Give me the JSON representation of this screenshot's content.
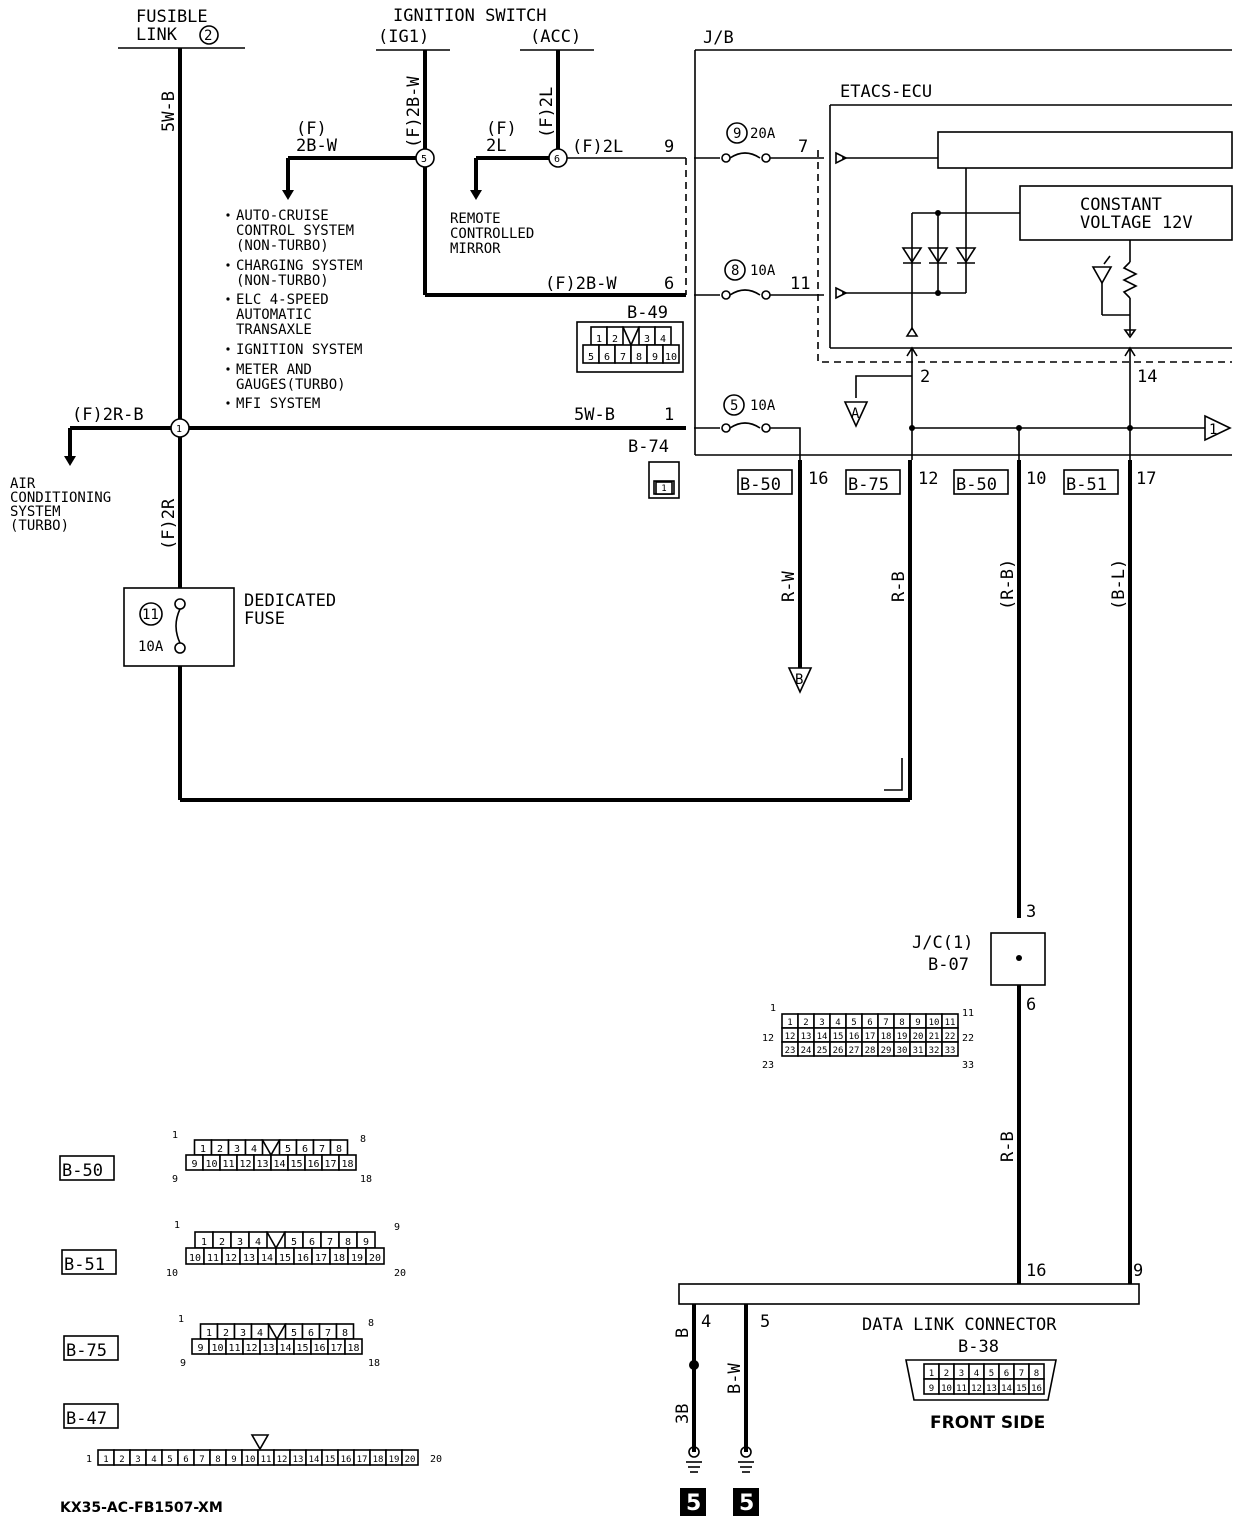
{
  "labels": {
    "fusible_link": [
      "FUSIBLE",
      "LINK"
    ],
    "fusible_link_num": "2",
    "ignition_switch": "IGNITION SWITCH",
    "ig1": "(IG1)",
    "acc": "(ACC)",
    "jb": "J/B",
    "etacs": "ETACS-ECU",
    "constant_voltage": [
      "CONSTANT",
      "VOLTAGE 12V"
    ],
    "fuse9": "20A",
    "fuse8": "10A",
    "fuse5": "10A",
    "fuse11": "10A",
    "dedicated_fuse": [
      "DEDICATED",
      "FUSE"
    ],
    "remote_mirror": [
      "REMOTE",
      "CONTROLLED",
      "MIRROR"
    ],
    "systems": [
      [
        "AUTO-CRUISE",
        "CONTROL SYSTEM",
        "(NON-TURBO)"
      ],
      [
        "CHARGING SYSTEM",
        "(NON-TURBO)"
      ],
      [
        "ELC 4-SPEED",
        "AUTOMATIC",
        "TRANSAXLE"
      ],
      [
        "IGNITION SYSTEM"
      ],
      [
        "METER AND",
        "GAUGES(TURBO)"
      ],
      [
        "MFI SYSTEM"
      ]
    ],
    "air_conditioning": [
      "AIR",
      "CONDITIONING",
      "SYSTEM",
      "(TURBO)"
    ],
    "jc": [
      "J/C(1)",
      "B-07"
    ],
    "data_link": "DATA LINK CONNECTOR",
    "b38": "B-38",
    "front_side": "FRONT SIDE",
    "footer": "KX35-AC-FB1507-XM",
    "ground": "5"
  },
  "wires": {
    "w_5wb_v": "5W-B",
    "w_f2bw_v": "(F)2B-W",
    "w_f2l_v": "(F)2L",
    "w_f_2bw": [
      "(F)",
      "2B-W"
    ],
    "w_f_2l": [
      "(F)",
      "2L"
    ],
    "w_f2l_h": "(F)2L",
    "w_f2bw_h": "(F)2B-W",
    "w_f2rb": "(F)2R-B",
    "w_5wb_h": "5W-B",
    "w_f2r": "(F)2R",
    "w_rw": "R-W",
    "w_rb": "R-B",
    "w_rb_p": "(R-B)",
    "w_bl_p": "(B-L)",
    "w_rb2": "R-B",
    "w_b": "B",
    "w_bw": "B-W",
    "w_3b": "3B"
  },
  "connectors": {
    "b49": "B-49",
    "b74": "B-74",
    "b50": "B-50",
    "b75": "B-75",
    "b51": "B-51",
    "b47": "B-47"
  },
  "pins": {
    "p9": "9",
    "p7": "7",
    "p6": "6",
    "p11": "11",
    "p1": "1",
    "p2": "2",
    "p14": "14",
    "p16": "16",
    "p12": "12",
    "p10": "10",
    "p17": "17",
    "p3": "3",
    "p6b": "6",
    "p16b": "16",
    "p9b": "9",
    "p4": "4",
    "p5": "5",
    "n1": "1",
    "n5": "5",
    "n6": "6",
    "n9": "9",
    "n8": "8",
    "n5b": "5",
    "n11": "11",
    "ref_a": "A",
    "ref_b": "B",
    "ref_1": "1"
  },
  "grids": {
    "b49": [
      [
        "1",
        "2",
        "",
        "3",
        "4"
      ],
      [
        "5",
        "6",
        "7",
        "8",
        "9",
        "10"
      ]
    ],
    "b74": [
      [
        "1"
      ]
    ],
    "b07": [
      [
        "1",
        "2",
        "3",
        "4",
        "5",
        "6",
        "7",
        "8",
        "9",
        "10",
        "11"
      ],
      [
        "12",
        "13",
        "14",
        "15",
        "16",
        "17",
        "18",
        "19",
        "20",
        "21",
        "22"
      ],
      [
        "23",
        "24",
        "25",
        "26",
        "27",
        "28",
        "29",
        "30",
        "31",
        "32",
        "33"
      ]
    ],
    "b07_ends": [
      "1",
      "11",
      "12",
      "22",
      "23",
      "33"
    ],
    "b50": [
      [
        "1",
        "2",
        "3",
        "4",
        "",
        "5",
        "6",
        "7",
        "8"
      ],
      [
        "9",
        "10",
        "11",
        "12",
        "13",
        "14",
        "15",
        "16",
        "17",
        "18"
      ]
    ],
    "b50_ends": [
      "1",
      "8",
      "9",
      "18"
    ],
    "b51": [
      [
        "1",
        "2",
        "3",
        "4",
        "",
        "5",
        "6",
        "7",
        "8",
        "9"
      ],
      [
        "10",
        "11",
        "12",
        "13",
        "14",
        "15",
        "16",
        "17",
        "18",
        "19",
        "20"
      ]
    ],
    "b51_ends": [
      "1",
      "9",
      "10",
      "20"
    ],
    "b75": [
      [
        "1",
        "2",
        "3",
        "4",
        "",
        "5",
        "6",
        "7",
        "8"
      ],
      [
        "9",
        "10",
        "11",
        "12",
        "13",
        "14",
        "15",
        "16",
        "17",
        "18"
      ]
    ],
    "b75_ends": [
      "1",
      "8",
      "9",
      "18"
    ],
    "b47": [
      [
        "1",
        "2",
        "3",
        "4",
        "5",
        "6",
        "7",
        "8",
        "9",
        "10",
        "11",
        "12",
        "13",
        "14",
        "15",
        "16",
        "17",
        "18",
        "19",
        "20"
      ]
    ],
    "b47_ends": [
      "1",
      "20"
    ],
    "b38": [
      [
        "1",
        "2",
        "3",
        "4",
        "5",
        "6",
        "7",
        "8"
      ],
      [
        "9",
        "10",
        "11",
        "12",
        "13",
        "14",
        "15",
        "16"
      ]
    ]
  }
}
